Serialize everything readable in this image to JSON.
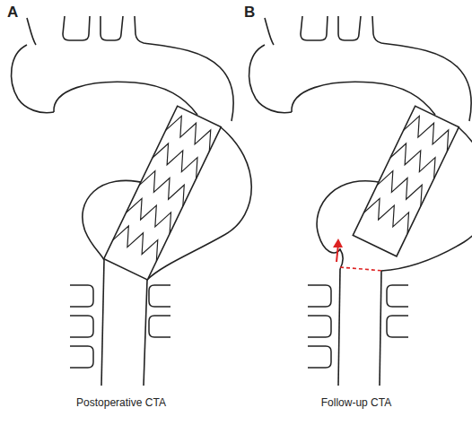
{
  "diagram": {
    "labels": [
      "A",
      "B",
      "Postoperative CTA",
      "Follow-up CTA"
    ]
  }
}
